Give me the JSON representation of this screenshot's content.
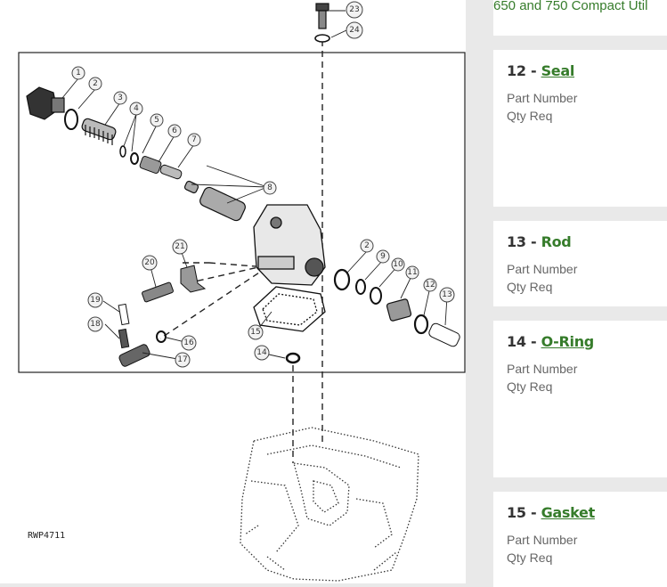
{
  "diagram": {
    "reference_code": "RWP4711",
    "callouts": [
      "1",
      "2",
      "3",
      "4",
      "5",
      "6",
      "7",
      "8",
      "2",
      "9",
      "10",
      "11",
      "12",
      "13",
      "14",
      "15",
      "16",
      "17",
      "18",
      "19",
      "20",
      "21",
      "23",
      "24"
    ]
  },
  "header": {
    "breadcrumb_text": "650 and 750 Compact Util"
  },
  "parts": [
    {
      "number": "12",
      "separator": " - ",
      "name": "Seal",
      "underlined": true,
      "part_number_label": "Part Number",
      "qty_label": "Qty Req"
    },
    {
      "number": "13",
      "separator": " - ",
      "name": "Rod",
      "underlined": false,
      "part_number_label": "Part Number",
      "qty_label": "Qty Req"
    },
    {
      "number": "14",
      "separator": " - ",
      "name": "O-Ring",
      "underlined": true,
      "part_number_label": "Part Number",
      "qty_label": "Qty Req"
    },
    {
      "number": "15",
      "separator": " - ",
      "name": "Gasket",
      "underlined": true,
      "part_number_label": "Part Number",
      "qty_label": "Qty Req"
    }
  ],
  "colors": {
    "link_green": "#367c2b",
    "text_gray": "#666666",
    "title_dark": "#333333"
  }
}
